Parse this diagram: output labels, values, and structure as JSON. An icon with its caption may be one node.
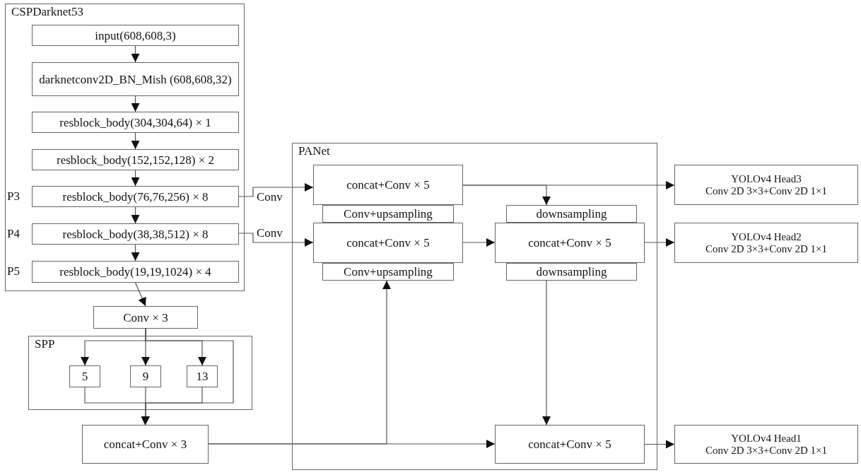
{
  "diagram": {
    "nodes": [
      {
        "text": [
          "CSPDarknet53"
        ]
      },
      {
        "text": [
          "input(608,608,3)"
        ],
        "in": 0
      },
      {
        "text": [
          "darknetconv2D_BN_Mish (608,608,32)"
        ],
        "in": 0
      },
      {
        "text": [
          "resblock_body(304,304,64) × 1"
        ],
        "in": 0
      },
      {
        "text": [
          "resblock_body(152,152,128) × 2"
        ],
        "in": 0
      },
      {
        "text": [
          "resblock_body(76,76,256) × 8"
        ],
        "in": 0,
        "beside": [
          "P3"
        ]
      },
      {
        "text": [
          "resblock_body(38,38,512) × 8"
        ],
        "in": 0,
        "beside": [
          "P4"
        ]
      },
      {
        "text": [
          "resblock_body(19,19,1024) × 4"
        ],
        "in": 0,
        "beside": [
          "P5"
        ]
      },
      {
        "text": [
          "Conv × 3"
        ]
      },
      {
        "text": [
          "SPP"
        ]
      },
      {
        "text": [
          "5"
        ],
        "in": 9
      },
      {
        "text": [
          "9"
        ],
        "in": 9
      },
      {
        "text": [
          "13"
        ],
        "in": 9
      },
      {
        "text": [
          "concat+Conv × 3"
        ]
      },
      {
        "text": [
          "PANet"
        ]
      },
      {
        "text": [
          "concat+Conv × 5"
        ],
        "in": 14
      },
      {
        "text": [
          "Conv+upsampling"
        ],
        "in": 14
      },
      {
        "text": [
          "concat+Conv × 5"
        ],
        "in": 14
      },
      {
        "text": [
          "Conv+upsampling"
        ],
        "in": 14
      },
      {
        "text": [
          "downsampling"
        ],
        "in": 14
      },
      {
        "text": [
          "concat+Conv × 5"
        ],
        "in": 14
      },
      {
        "text": [
          "downsampling"
        ],
        "in": 14
      },
      {
        "text": [
          "concat+Conv × 5"
        ],
        "in": 14
      },
      {
        "text": [
          "YOLOv4 Head3",
          "Conv 2D 3×3+Conv 2D 1×1"
        ]
      },
      {
        "text": [
          "YOLOv4 Head2",
          "Conv 2D 3×3+Conv 2D 1×1"
        ]
      },
      {
        "text": [
          "YOLOv4 Head1",
          "Conv 2D 3×3+Conv 2D 1×1"
        ]
      }
    ],
    "edges": [
      {
        "from": 1,
        "to": 2,
        "arrow": "to"
      },
      {
        "from": 2,
        "to": 3,
        "arrow": "to"
      },
      {
        "from": 3,
        "to": 4,
        "arrow": "to"
      },
      {
        "from": 4,
        "to": 5,
        "arrow": "to"
      },
      {
        "from": 5,
        "to": 6,
        "arrow": "to"
      },
      {
        "from": 6,
        "to": 7,
        "arrow": "to"
      },
      {
        "from": 7,
        "to": 8,
        "arrow": "to"
      },
      {
        "from": 8,
        "to": 10,
        "arrow": "to"
      },
      {
        "from": 8,
        "to": 11,
        "arrow": "to"
      },
      {
        "from": 8,
        "to": 12,
        "arrow": "to"
      },
      {
        "from": 10,
        "to": 13,
        "arrow": "to"
      },
      {
        "from": 11,
        "to": 13,
        "arrow": "to"
      },
      {
        "from": 12,
        "to": 13,
        "arrow": "to"
      },
      {
        "from": 8,
        "to": 13,
        "arrow": "to"
      },
      {
        "from": 5,
        "to": 15,
        "arrow": "to",
        "label": "Conv"
      },
      {
        "from": 6,
        "to": 17,
        "arrow": "to",
        "label": "Conv"
      },
      {
        "from": 15,
        "to": 23,
        "arrow": "to"
      },
      {
        "from": 15,
        "to": 19,
        "arrow": "to"
      },
      {
        "from": 17,
        "to": 20,
        "arrow": "to"
      },
      {
        "from": 20,
        "to": 24,
        "arrow": "to"
      },
      {
        "from": 21,
        "to": 22,
        "arrow": "to"
      },
      {
        "from": 13,
        "to": 22,
        "arrow": "to"
      },
      {
        "from": 13,
        "to": 18,
        "arrow": "to"
      },
      {
        "from": 22,
        "to": 25,
        "arrow": "to"
      }
    ]
  }
}
